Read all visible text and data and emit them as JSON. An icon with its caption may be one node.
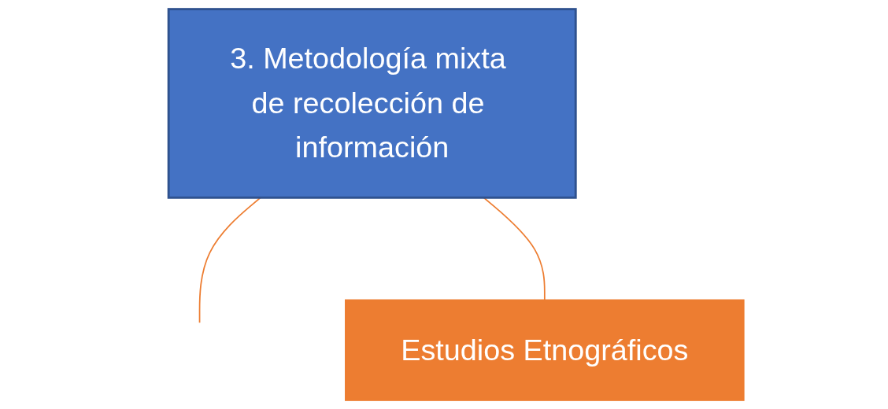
{
  "diagram": {
    "nodes": [
      {
        "text": [
          "3. Metodología mixta de recolección de información"
        ]
      },
      {
        "text": [
          "Estudios Etnográficos"
        ]
      }
    ],
    "edges": [
      {
        "from": 0,
        "to": null,
        "arrow": "none"
      },
      {
        "from": 0,
        "to": 1,
        "arrow": "none"
      }
    ]
  }
}
